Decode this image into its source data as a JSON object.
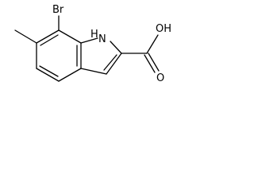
{
  "molecule": {
    "labels": {
      "bromine": "Br",
      "nitrogen": "N",
      "hydrogen": "H",
      "hydroxyl": "OH",
      "oxygen": "O"
    },
    "colors": {
      "bond": "#000000",
      "text": "#000000",
      "background": "#ffffff"
    }
  }
}
